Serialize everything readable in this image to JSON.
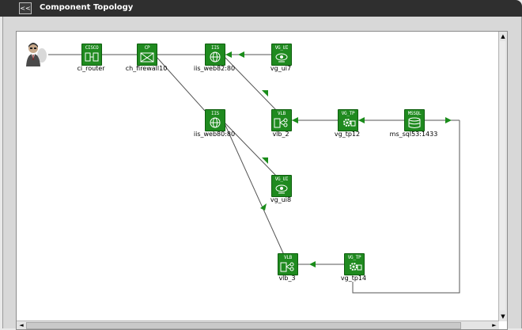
{
  "window": {
    "title": "Component Topology",
    "collapse_label": "<<"
  },
  "nodes": [
    {
      "id": "ci_router",
      "type": "CISCO",
      "label": "ci_router",
      "glyph": "router-icon"
    },
    {
      "id": "ch_firewall10",
      "type": "CP",
      "label": "ch_firewall10",
      "glyph": "firewall-icon"
    },
    {
      "id": "iis_web82",
      "type": "IIS",
      "label": "iis_web82:80",
      "glyph": "globe-icon"
    },
    {
      "id": "vg_ui7",
      "type": "VG_UI",
      "label": "vg_ui7",
      "glyph": "eye-icon"
    },
    {
      "id": "iis_web80",
      "type": "IIS",
      "label": "iis_web80:80",
      "glyph": "globe-icon"
    },
    {
      "id": "vlb_2",
      "type": "VLB",
      "label": "vlb_2",
      "glyph": "balancer-icon"
    },
    {
      "id": "vg_tp12",
      "type": "VG_TP",
      "label": "vg_tp12",
      "glyph": "gear-icon"
    },
    {
      "id": "ms_sql53",
      "type": "MSSQL",
      "label": "ms_sql53:1433",
      "glyph": "database-icon"
    },
    {
      "id": "vg_ui8",
      "type": "VG_UI",
      "label": "vg_ui8",
      "glyph": "eye-icon"
    },
    {
      "id": "vlb_3",
      "type": "VLB",
      "label": "vlb_3",
      "glyph": "balancer-icon"
    },
    {
      "id": "vg_tp14",
      "type": "VG_TP",
      "label": "vg_tp14",
      "glyph": "gear-icon"
    }
  ],
  "scrollbar": {
    "up": "▲",
    "down": "▼",
    "left": "◄",
    "right": "►"
  },
  "colors": {
    "node_fill": "#1f8a1f",
    "edge": "#555555",
    "arrow": "#1a8c1a",
    "titlebar": "#2f2f2f"
  }
}
